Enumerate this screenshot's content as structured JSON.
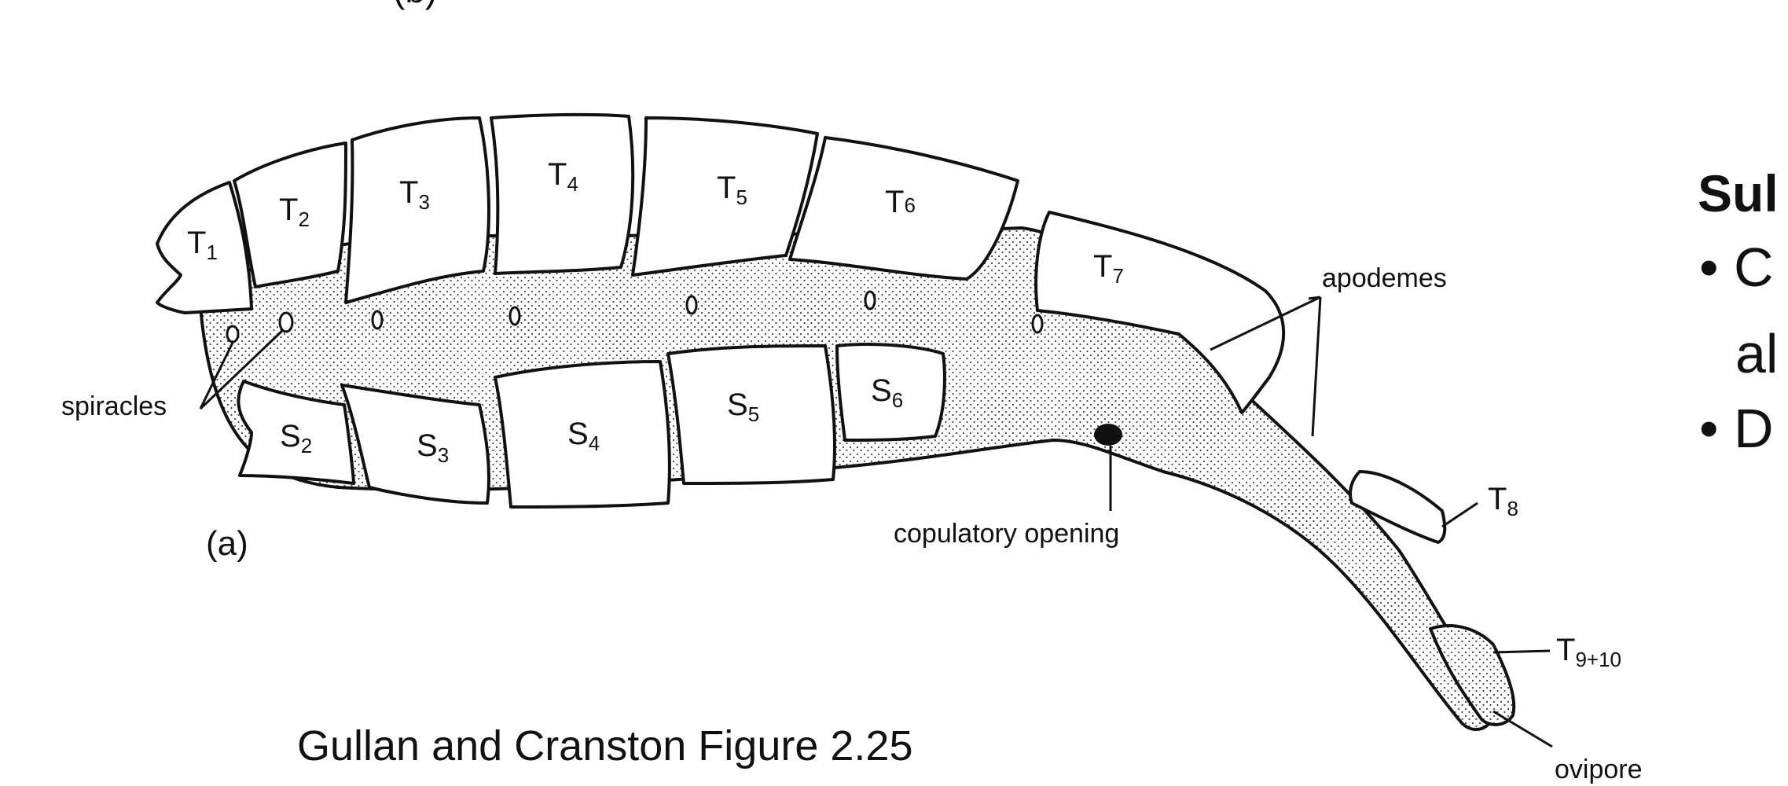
{
  "figure": {
    "panel_top_label": "(b)",
    "panel_label": "(a)",
    "tergites": [
      "T",
      "T",
      "T",
      "T",
      "T",
      "T",
      "T",
      "T",
      "T"
    ],
    "tergite_subs": [
      "1",
      "2",
      "3",
      "4",
      "5",
      "6",
      "7",
      "8",
      "9+10"
    ],
    "sternites": [
      "S",
      "S",
      "S",
      "S",
      "S"
    ],
    "sternite_subs": [
      "2",
      "3",
      "4",
      "5",
      "6"
    ],
    "labels": {
      "spiracles": "spiracles",
      "apodemes": "apodemes",
      "copulatory_opening": "copulatory opening",
      "ovipore": "ovipore"
    }
  },
  "caption": "Gullan and Cranston Figure 2.25",
  "slide": {
    "heading": "Sul",
    "bullets": [
      "• C",
      "al",
      "• D"
    ]
  }
}
